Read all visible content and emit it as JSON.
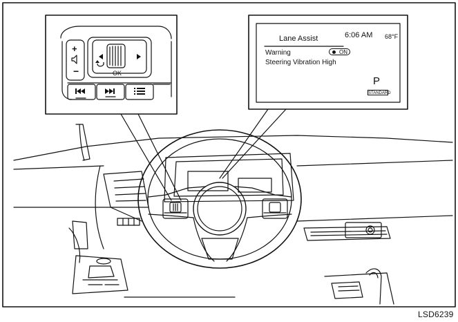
{
  "display": {
    "title": "Lane Assist",
    "time": "6:06 AM",
    "temperature": "68°F",
    "warning_label": "Warning",
    "warning_value": "ON",
    "steering_label": "Steering Vibration",
    "steering_value": "High",
    "gear": "P",
    "drive_mode": "STANDARD"
  },
  "switch": {
    "ok_label": "OK",
    "plus_label": "+",
    "minus_label": "−"
  },
  "figure_code": "LSD6239",
  "icons": [
    "volume-icon",
    "back-icon",
    "left-arrow-icon",
    "right-arrow-icon",
    "skip-back-icon",
    "skip-forward-icon",
    "menu-icon",
    "thumb-wheel-icon"
  ],
  "colors": {
    "line": "#111111",
    "background": "#ffffff"
  }
}
